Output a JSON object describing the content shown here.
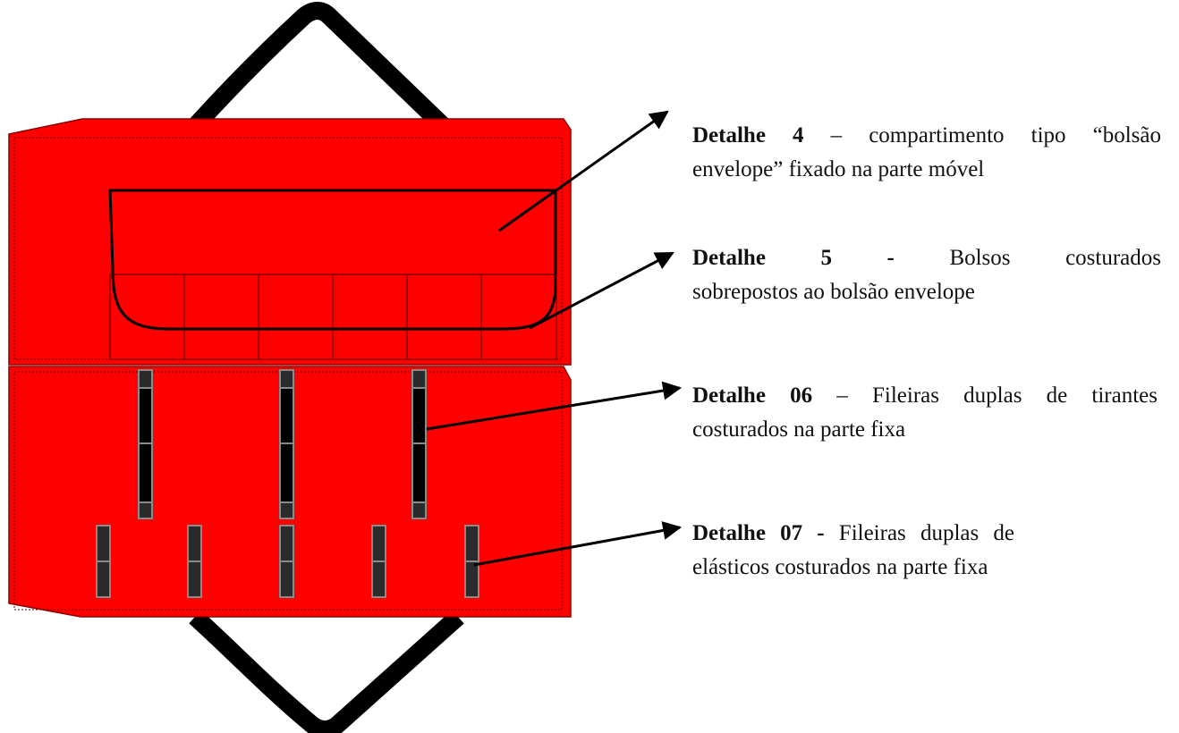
{
  "colors": {
    "bag": "#ff0000",
    "bag_stroke": "#8a0000",
    "handle": "#000000",
    "strap": "#2b2b2b",
    "strap_edge": "#8a8a8a",
    "arrow": "#000000",
    "text": "#111111"
  },
  "details": [
    {
      "id": "detalhe-4",
      "bold": "Detalhe 4",
      "line1_rest": " – compartimento tipo “bolsão",
      "line2": "envelope” fixado na parte móvel"
    },
    {
      "id": "detalhe-5",
      "bold": "Detalhe 5 -",
      "line1_rest": " Bolsos costurados",
      "line2": "sobrepostos ao bolsão envelope"
    },
    {
      "id": "detalhe-06",
      "bold": "Detalhe 06",
      "line1_rest": " – Fileiras duplas de tirantes",
      "line2": "costurados na parte fixa"
    },
    {
      "id": "detalhe-07",
      "bold": "Detalhe 07 -",
      "line1_rest": " Fileiras duplas de",
      "line2": "elásticos costurados na parte fixa"
    }
  ]
}
